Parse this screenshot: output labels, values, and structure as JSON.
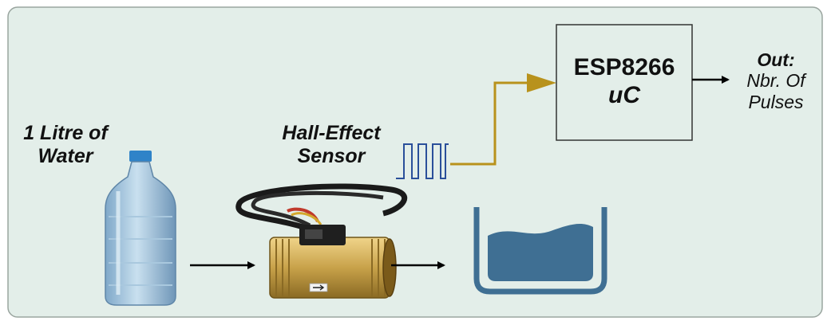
{
  "labels": {
    "water_line1": "1 Litre of",
    "water_line2": "Water",
    "sensor_line1": "Hall-Effect",
    "sensor_line2": "Sensor",
    "mcu_line1": "ESP8266",
    "mcu_line2": "uC",
    "out_title": "Out:",
    "out_line1": "Nbr. Of",
    "out_line2": "Pulses"
  },
  "colors": {
    "background_panel": "#e3eee9",
    "panel_border": "#9aa59f",
    "signal_wire": "#b8921c",
    "pulse_wave": "#2a4f9a",
    "arrow": "#000000",
    "container": "#3f6f93",
    "water": "#3f6f93",
    "brass": "#c8a24a"
  },
  "icons": {
    "bottle": "water-bottle-icon",
    "sensor": "flow-sensor-icon",
    "container": "water-container-icon"
  }
}
